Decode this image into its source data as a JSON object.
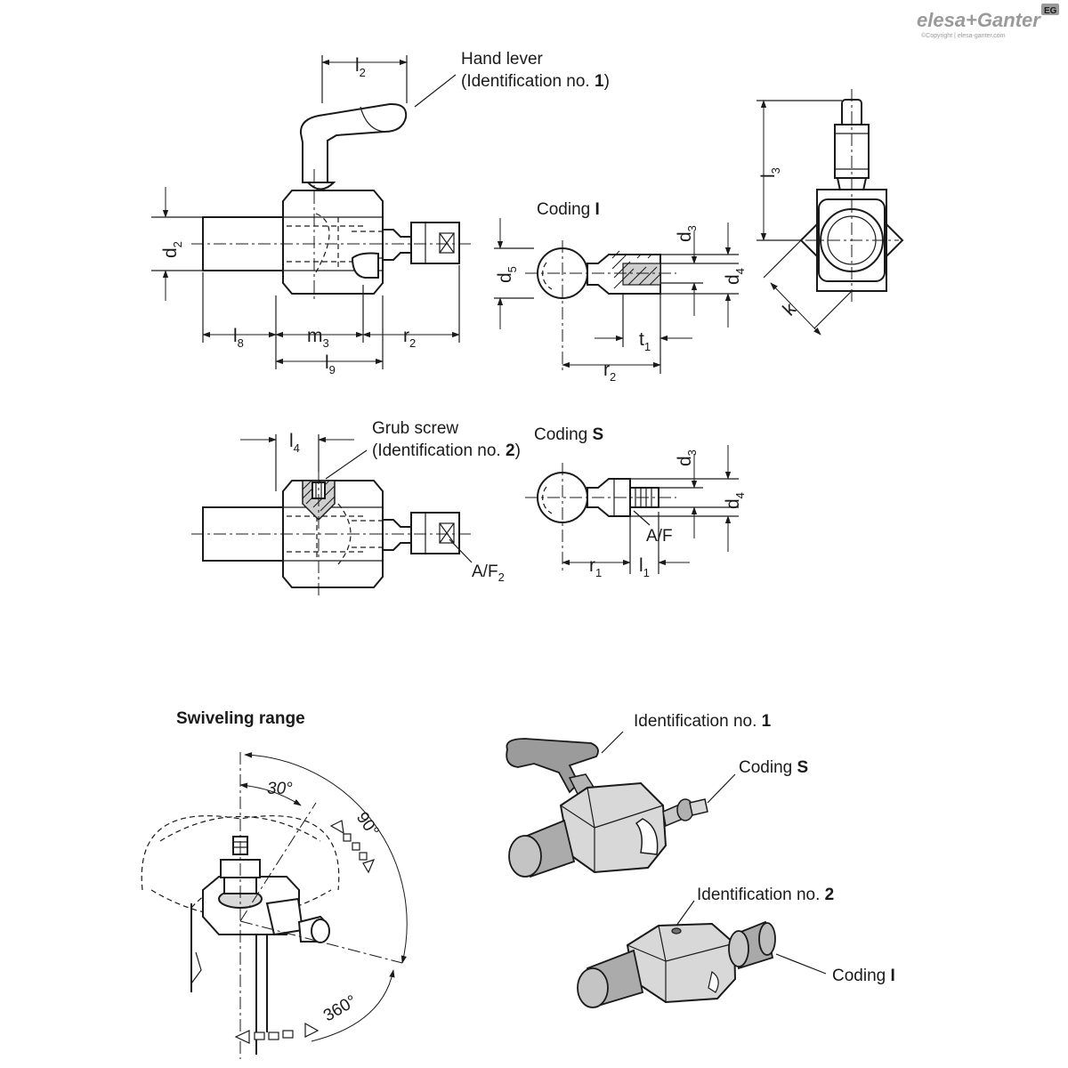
{
  "logo": {
    "brand": "elesa+Ganter",
    "badge": "EG",
    "copyright": "©Copyright | elesa-ganter.com"
  },
  "labels": {
    "hand_lever": "Hand lever",
    "hand_lever_id_prefix": "(Identification no. ",
    "hand_lever_id_num": "1",
    "hand_lever_id_suffix": ")",
    "grub_screw": "Grub screw",
    "grub_screw_id_prefix": "(Identification no. ",
    "grub_screw_id_num": "2",
    "grub_screw_id_suffix": ")",
    "coding_prefix": "Coding ",
    "coding_i": "I",
    "coding_s": "S",
    "af": "A/F",
    "af2": "A/F",
    "af2_sub": "2",
    "swiveling_range": "Swiveling range",
    "angle_30": "30°",
    "angle_90": "90°",
    "angle_360": "360°",
    "id_no_prefix": "Identification no. ",
    "id_no_1": "1",
    "id_no_2": "2"
  },
  "dimensions": {
    "l": "l",
    "d": "d",
    "m": "m",
    "r": "r",
    "t": "t",
    "k": "k",
    "l2_sub": "2",
    "d2_sub": "2",
    "l8_sub": "8",
    "m3_sub": "3",
    "r2_sub": "2",
    "l9_sub": "9",
    "d5_sub": "5",
    "d3_sub": "3",
    "d4_sub": "4",
    "t1_sub": "1",
    "l3_sub": "3",
    "l4_sub": "4",
    "r1_sub": "1",
    "l1_sub": "1"
  }
}
